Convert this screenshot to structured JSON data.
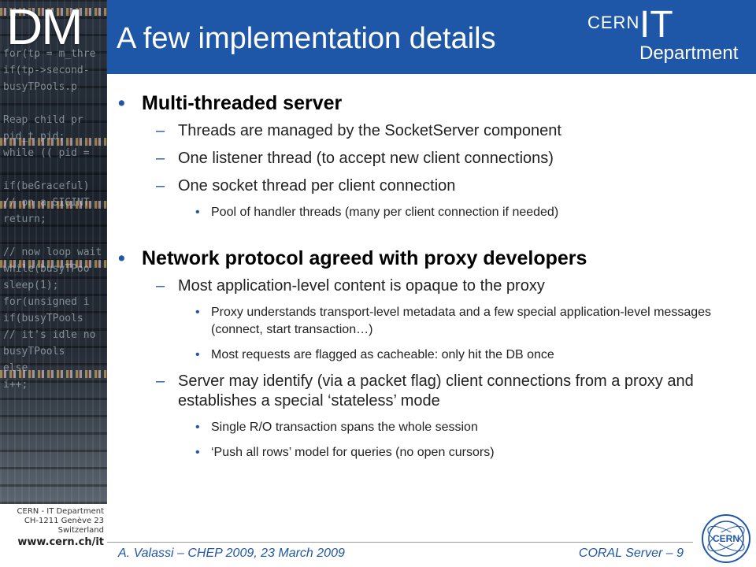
{
  "header": {
    "logo_text": "DM",
    "title": "A few implementation details",
    "brand_cern": "CERN",
    "brand_it": "IT",
    "brand_dept": "Department"
  },
  "slide": {
    "bullets": [
      {
        "text": "Multi-threaded server",
        "subs": [
          {
            "text": "Threads are managed by the SocketServer component"
          },
          {
            "text": "One listener thread (to accept new client connections)"
          },
          {
            "text": "One socket thread per client connection",
            "subs": [
              {
                "text": "Pool of handler threads (many per client connection if needed)"
              }
            ]
          }
        ]
      },
      {
        "text": "Network protocol agreed with proxy developers",
        "subs": [
          {
            "text": "Most application-level content is opaque to the proxy",
            "subs": [
              {
                "text": "Proxy understands transport-level metadata and a few special application-level messages (connect, start transaction…)"
              },
              {
                "text": "Most requests are flagged as cacheable: only hit the DB once"
              }
            ]
          },
          {
            "text": "Server may identify (via a packet flag) client connections from a proxy and establishes a special ‘stateless’ mode",
            "subs": [
              {
                "text": "Single R/O transaction spans the whole session"
              },
              {
                "text": "‘Push all rows’ model for queries (no open cursors)"
              }
            ]
          }
        ]
      }
    ]
  },
  "sidebar": {
    "address": [
      "CERN - IT Department",
      "CH-1211 Genève 23",
      "Switzerland"
    ],
    "website": "www.cern.ch/it"
  },
  "footer": {
    "left": "A. Valassi – CHEP 2009, 23 March 2009",
    "right": "CORAL Server – 9"
  },
  "colors": {
    "accent": "#1f57a8"
  }
}
